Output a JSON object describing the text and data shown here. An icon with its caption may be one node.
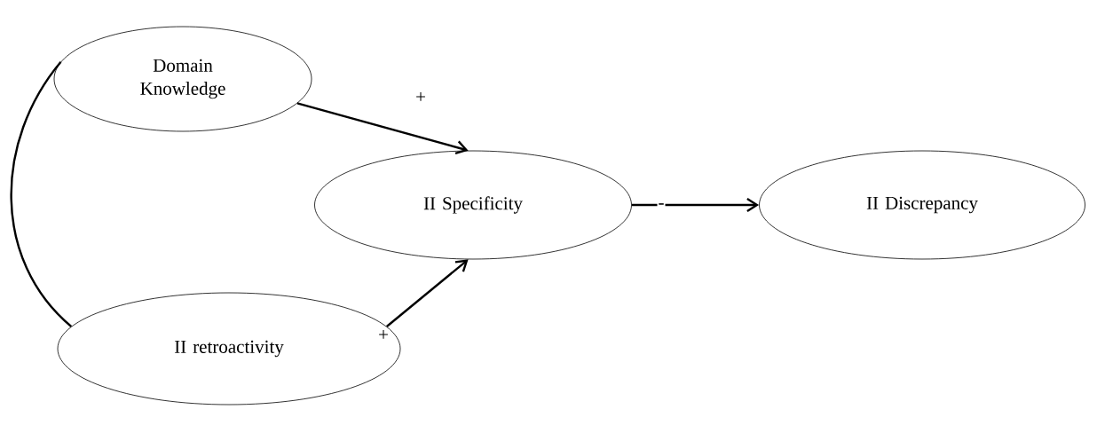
{
  "diagram": {
    "nodes": [
      {
        "text": [
          "Domain Knowledge"
        ]
      },
      {
        "text": [
          "II Specificity"
        ]
      },
      {
        "text": [
          "II Discrepancy"
        ]
      },
      {
        "text": [
          "II retroactivity"
        ]
      }
    ],
    "edges": [
      {
        "from": 0,
        "to": 1,
        "arrow": "to",
        "label": "+"
      },
      {
        "from": 3,
        "to": 1,
        "arrow": "to",
        "label": "+"
      },
      {
        "from": 1,
        "to": 2,
        "arrow": "to",
        "label": "-"
      },
      {
        "from": 0,
        "to": 3,
        "arrow": "none"
      }
    ]
  }
}
